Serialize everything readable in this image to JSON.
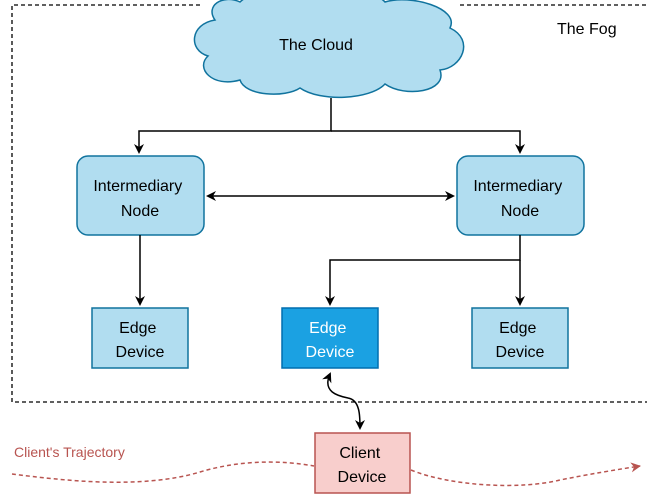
{
  "fog": {
    "label": "The Fog"
  },
  "cloud": {
    "label": "The Cloud"
  },
  "nodes": {
    "left": {
      "line1": "Intermediary",
      "line2": "Node"
    },
    "right": {
      "line1": "Intermediary",
      "line2": "Node"
    }
  },
  "edges": {
    "left": {
      "line1": "Edge",
      "line2": "Device"
    },
    "center": {
      "line1": "Edge",
      "line2": "Device"
    },
    "right": {
      "line1": "Edge",
      "line2": "Device"
    }
  },
  "client": {
    "line1": "Client",
    "line2": "Device"
  },
  "trajectory": {
    "label": "Client's Trajectory"
  },
  "colors": {
    "node_fill": "#b1ddf0",
    "node_stroke": "#10739e",
    "edge_highlight_fill": "#1ba1e2",
    "edge_highlight_stroke": "#006eaf",
    "client_fill": "#f8cecc",
    "client_stroke": "#b85450",
    "trajectory": "#b85450"
  }
}
